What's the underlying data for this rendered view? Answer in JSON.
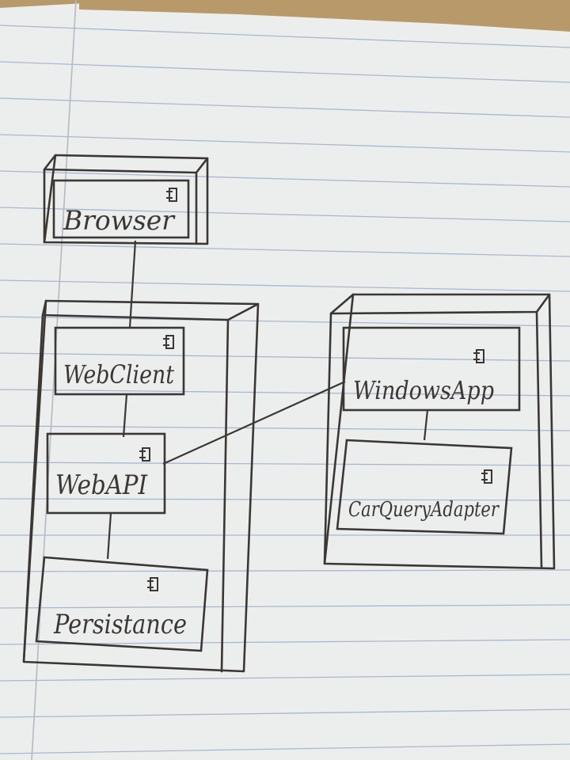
{
  "diagram": {
    "nodes": [
      {
        "id": "browser-node",
        "components": [
          {
            "id": "browser",
            "label": "Browser"
          }
        ]
      },
      {
        "id": "server-node",
        "components": [
          {
            "id": "webclient",
            "label": "WebClient"
          },
          {
            "id": "webapi",
            "label": "WebAPI"
          },
          {
            "id": "persistance",
            "label": "Persistance"
          }
        ]
      },
      {
        "id": "desktop-node",
        "components": [
          {
            "id": "windowsapp",
            "label": "WindowsApp"
          },
          {
            "id": "carqueryadapter",
            "label": "CarQueryAdapter"
          }
        ]
      }
    ],
    "connections": [
      {
        "from": "browser",
        "to": "webclient"
      },
      {
        "from": "webclient",
        "to": "webapi"
      },
      {
        "from": "webapi",
        "to": "persistance"
      },
      {
        "from": "webapi",
        "to": "windowsapp"
      },
      {
        "from": "windowsapp",
        "to": "carqueryadapter"
      }
    ],
    "colors": {
      "ink": "#3b3733",
      "paper": "#eef0ee",
      "rule_line": "#a9b8cc",
      "margin_line": "#b5b8c2",
      "table": "#b89a6a"
    }
  }
}
